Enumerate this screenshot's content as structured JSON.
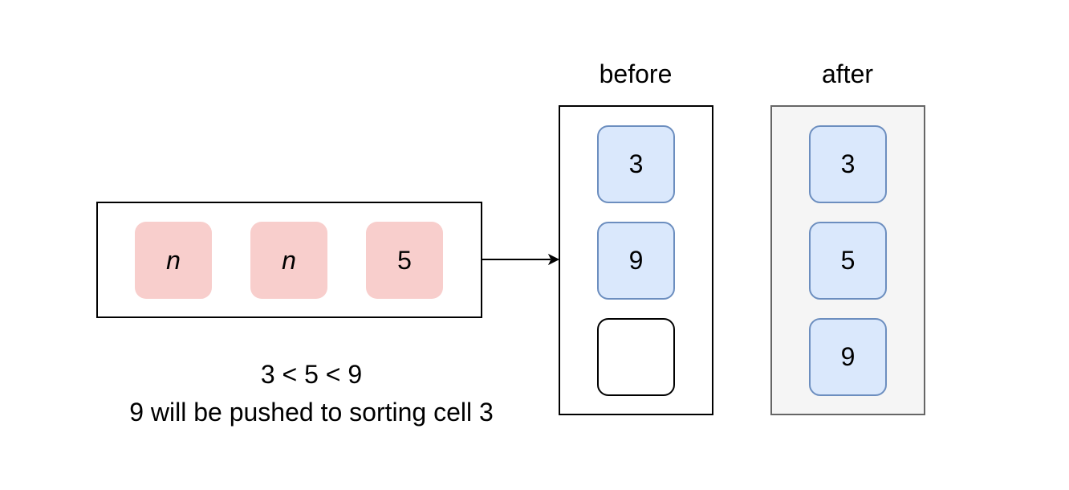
{
  "input_row": {
    "cells": [
      {
        "value": "n",
        "italic": true
      },
      {
        "value": "n",
        "italic": true
      },
      {
        "value": "5",
        "italic": false
      }
    ]
  },
  "before": {
    "label": "before",
    "cells": [
      "3",
      "9",
      ""
    ]
  },
  "after": {
    "label": "after",
    "cells": [
      "3",
      "5",
      "9"
    ]
  },
  "caption": {
    "line1": "3 < 5 < 9",
    "line2": "9 will be pushed to sorting cell 3"
  },
  "colors": {
    "input_fill": "#f8cecc",
    "stack_fill": "#dae8fc",
    "stack_stroke": "#6c8ebf",
    "after_fill": "#f5f5f5",
    "after_stroke": "#666666"
  }
}
